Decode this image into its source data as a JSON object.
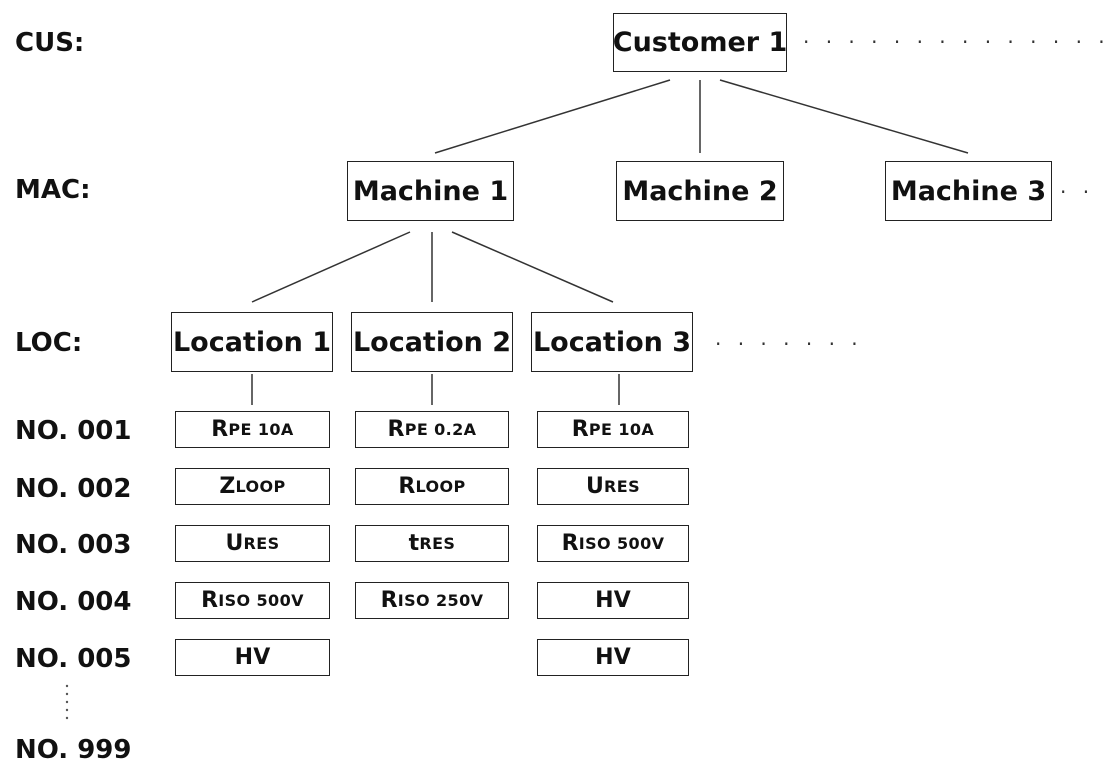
{
  "levels": {
    "cus": "CUS:",
    "mac": "MAC:",
    "loc": "LOC:"
  },
  "customer": {
    "label": "Customer 1"
  },
  "machines": [
    {
      "label": "Machine 1"
    },
    {
      "label": "Machine 2"
    },
    {
      "label": "Machine 3"
    }
  ],
  "locations": [
    {
      "label": "Location 1"
    },
    {
      "label": "Location 2"
    },
    {
      "label": "Location 3"
    }
  ],
  "numbers": [
    "NO. 001",
    "NO. 002",
    "NO. 003",
    "NO. 004",
    "NO. 005",
    "NO. 999"
  ],
  "tests": {
    "loc1": [
      {
        "main": "R",
        "sub": "PE 10A"
      },
      {
        "main": "Z",
        "sub": "LOOP"
      },
      {
        "main": "U",
        "sub": "RES"
      },
      {
        "main": "R",
        "sub": "ISO 500V"
      },
      {
        "main": "HV",
        "sub": ""
      }
    ],
    "loc2": [
      {
        "main": "R",
        "sub": "PE 0.2A"
      },
      {
        "main": "R",
        "sub": "LOOP"
      },
      {
        "main": "t",
        "sub": "RES"
      },
      {
        "main": "R",
        "sub": "ISO 250V"
      }
    ],
    "loc3": [
      {
        "main": "R",
        "sub": "PE 10A"
      },
      {
        "main": "U",
        "sub": "RES"
      },
      {
        "main": "R",
        "sub": "ISO 500V"
      },
      {
        "main": "HV",
        "sub": ""
      },
      {
        "main": "HV",
        "sub": ""
      }
    ]
  }
}
